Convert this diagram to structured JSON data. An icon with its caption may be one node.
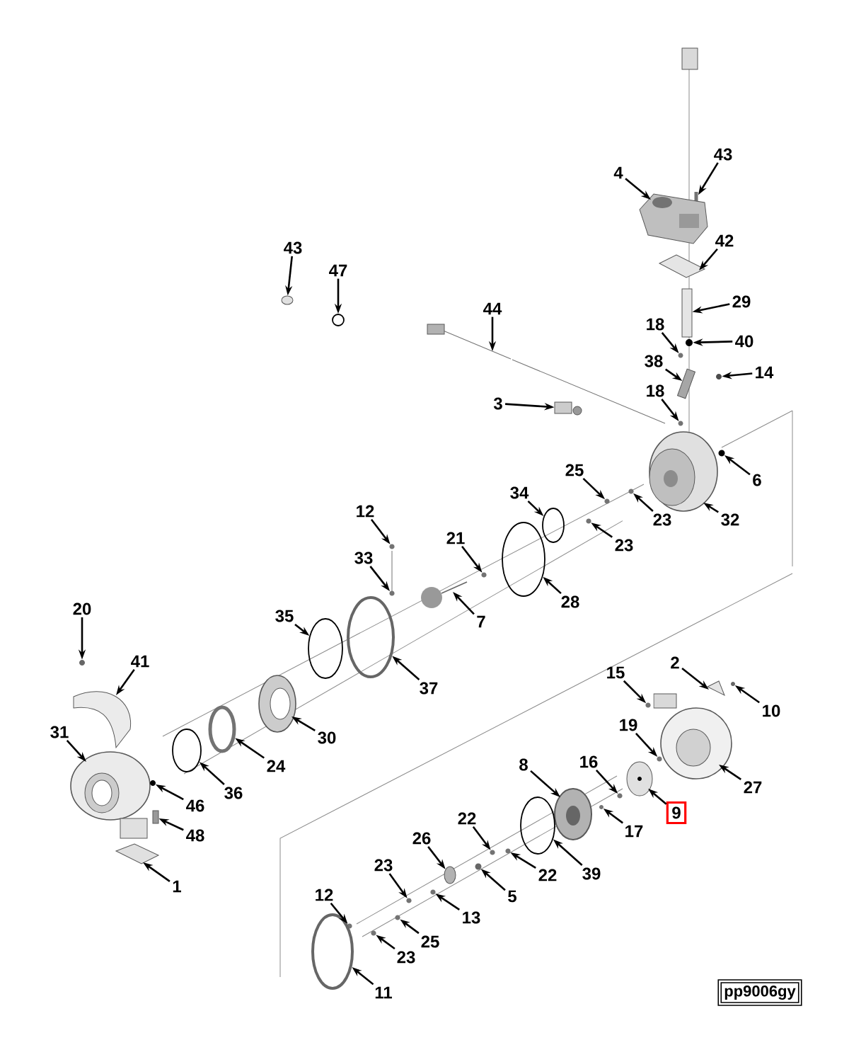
{
  "diagram": {
    "nodes": [
      {
        "text": [
          "43"
        ]
      },
      {
        "text": [
          "4"
        ]
      },
      {
        "text": [
          "42"
        ]
      },
      {
        "text": [
          "29"
        ]
      },
      {
        "text": [
          "18"
        ]
      },
      {
        "text": [
          "40"
        ]
      },
      {
        "text": [
          "38"
        ]
      },
      {
        "text": [
          "14"
        ]
      },
      {
        "text": [
          "18"
        ]
      },
      {
        "text": [
          "44"
        ]
      },
      {
        "text": [
          "3"
        ]
      },
      {
        "text": [
          "43"
        ]
      },
      {
        "text": [
          "47"
        ]
      },
      {
        "text": [
          "6"
        ]
      },
      {
        "text": [
          "25"
        ]
      },
      {
        "text": [
          "34"
        ]
      },
      {
        "text": [
          "23"
        ]
      },
      {
        "text": [
          "32"
        ]
      },
      {
        "text": [
          "23"
        ]
      },
      {
        "text": [
          "12"
        ]
      },
      {
        "text": [
          "21"
        ]
      },
      {
        "text": [
          "33"
        ]
      },
      {
        "text": [
          "28"
        ]
      },
      {
        "text": [
          "7"
        ]
      },
      {
        "text": [
          "35"
        ]
      },
      {
        "text": [
          "37"
        ]
      },
      {
        "text": [
          "20"
        ]
      },
      {
        "text": [
          "41"
        ]
      },
      {
        "text": [
          "31"
        ]
      },
      {
        "text": [
          "30"
        ]
      },
      {
        "text": [
          "24"
        ]
      },
      {
        "text": [
          "36"
        ]
      },
      {
        "text": [
          "46"
        ]
      },
      {
        "text": [
          "48"
        ]
      },
      {
        "text": [
          "1"
        ]
      },
      {
        "text": [
          "2"
        ]
      },
      {
        "text": [
          "15"
        ]
      },
      {
        "text": [
          "10"
        ]
      },
      {
        "text": [
          "19"
        ]
      },
      {
        "text": [
          "8"
        ]
      },
      {
        "text": [
          "16"
        ]
      },
      {
        "text": [
          "27"
        ]
      },
      {
        "text": [
          "9"
        ]
      },
      {
        "text": [
          "17"
        ]
      },
      {
        "text": [
          "22"
        ]
      },
      {
        "text": [
          "26"
        ]
      },
      {
        "text": [
          "22"
        ]
      },
      {
        "text": [
          "39"
        ]
      },
      {
        "text": [
          "23"
        ]
      },
      {
        "text": [
          "5"
        ]
      },
      {
        "text": [
          "12"
        ]
      },
      {
        "text": [
          "13"
        ]
      },
      {
        "text": [
          "25"
        ]
      },
      {
        "text": [
          "23"
        ]
      },
      {
        "text": [
          "11"
        ]
      },
      {
        "text": [
          "pp9006gy"
        ]
      },
      {
        "text": [],
        "shape": "box"
      },
      {
        "text": [],
        "shape": "picture"
      },
      {
        "text": [],
        "shape": "picture"
      },
      {
        "text": [],
        "shape": "box"
      },
      {
        "text": [],
        "shape": "circle"
      },
      {
        "text": [],
        "shape": "circle"
      },
      {
        "text": [],
        "shape": "box"
      },
      {
        "text": [],
        "shape": "circle"
      },
      {
        "text": [],
        "shape": "circle"
      },
      {
        "text": [],
        "shape": "picture"
      },
      {
        "text": [],
        "shape": "box"
      },
      {
        "text": [],
        "shape": "circle"
      },
      {
        "text": [],
        "shape": "circle"
      },
      {
        "text": [],
        "shape": "circle"
      },
      {
        "text": [],
        "shape": "circle"
      },
      {
        "text": [],
        "shape": "circle"
      },
      {
        "text": [],
        "shape": "circle"
      },
      {
        "text": [],
        "shape": "picture"
      },
      {
        "text": [],
        "shape": "circle"
      },
      {
        "text": [],
        "shape": "circle"
      },
      {
        "text": [],
        "shape": "circle"
      },
      {
        "text": [],
        "shape": "picture"
      },
      {
        "text": [],
        "shape": "circle"
      },
      {
        "text": [],
        "shape": "picture"
      },
      {
        "text": [],
        "shape": "circle"
      },
      {
        "text": [],
        "shape": "circle"
      },
      {
        "text": [],
        "shape": "circle"
      },
      {
        "text": [],
        "shape": "picture"
      },
      {
        "text": [],
        "shape": "picture"
      },
      {
        "text": [],
        "shape": "picture"
      },
      {
        "text": [],
        "shape": "circle"
      },
      {
        "text": [],
        "shape": "circle"
      },
      {
        "text": [],
        "shape": "circle"
      },
      {
        "text": [],
        "shape": "box"
      },
      {
        "text": [],
        "shape": "picture"
      },
      {
        "text": [],
        "shape": "picture"
      },
      {
        "text": [],
        "shape": "circle"
      },
      {
        "text": [],
        "shape": "circle"
      },
      {
        "text": [],
        "shape": "circle"
      },
      {
        "text": [],
        "shape": "picture"
      },
      {
        "text": [],
        "shape": "circle"
      },
      {
        "text": [],
        "shape": "picture"
      },
      {
        "text": [],
        "shape": "picture"
      },
      {
        "text": [],
        "shape": "circle"
      },
      {
        "text": [],
        "shape": "circle"
      },
      {
        "text": [],
        "shape": "circle"
      },
      {
        "text": [],
        "shape": "circle"
      },
      {
        "text": [],
        "shape": "circle"
      },
      {
        "text": [],
        "shape": "circle"
      },
      {
        "text": [],
        "shape": "circle"
      },
      {
        "text": [],
        "shape": "circle"
      },
      {
        "text": [],
        "shape": "circle"
      },
      {
        "text": [],
        "shape": "circle"
      },
      {
        "text": [],
        "shape": "circle"
      },
      {
        "text": [],
        "shape": "circle"
      }
    ],
    "edges": [
      {
        "from": 0,
        "to": 56,
        "arrow": "to"
      },
      {
        "from": 1,
        "to": 57,
        "arrow": "to"
      },
      {
        "from": 2,
        "to": 58,
        "arrow": "to"
      },
      {
        "from": 3,
        "to": 59,
        "arrow": "to"
      },
      {
        "from": 4,
        "to": 60,
        "arrow": "to"
      },
      {
        "from": 5,
        "to": 61,
        "arrow": "to"
      },
      {
        "from": 6,
        "to": 62,
        "arrow": "to"
      },
      {
        "from": 7,
        "to": 63,
        "arrow": "to"
      },
      {
        "from": 8,
        "to": 64,
        "arrow": "to"
      },
      {
        "from": 9,
        "to": 65,
        "arrow": "to"
      },
      {
        "from": 10,
        "to": 66,
        "arrow": "to"
      },
      {
        "from": 11,
        "to": 67,
        "arrow": "to"
      },
      {
        "from": 12,
        "to": 68,
        "arrow": "to"
      },
      {
        "from": 13,
        "to": 69,
        "arrow": "to"
      },
      {
        "from": 14,
        "to": 70,
        "arrow": "to"
      },
      {
        "from": 15,
        "to": 71,
        "arrow": "to"
      },
      {
        "from": 16,
        "to": 72,
        "arrow": "to"
      },
      {
        "from": 17,
        "to": 73,
        "arrow": "to"
      },
      {
        "from": 18,
        "to": 74,
        "arrow": "to"
      },
      {
        "from": 19,
        "to": 75,
        "arrow": "to"
      },
      {
        "from": 20,
        "to": 76,
        "arrow": "to"
      },
      {
        "from": 21,
        "to": 77,
        "arrow": "to"
      },
      {
        "from": 22,
        "to": 78,
        "arrow": "to"
      },
      {
        "from": 23,
        "to": 79,
        "arrow": "to"
      },
      {
        "from": 24,
        "to": 80,
        "arrow": "to"
      },
      {
        "from": 25,
        "to": 81,
        "arrow": "to"
      },
      {
        "from": 26,
        "to": 82,
        "arrow": "to"
      },
      {
        "from": 27,
        "to": 83,
        "arrow": "to"
      },
      {
        "from": 28,
        "to": 84,
        "arrow": "to"
      },
      {
        "from": 29,
        "to": 85,
        "arrow": "to"
      },
      {
        "from": 30,
        "to": 86,
        "arrow": "to"
      },
      {
        "from": 31,
        "to": 87,
        "arrow": "to"
      },
      {
        "from": 32,
        "to": 88,
        "arrow": "to"
      },
      {
        "from": 33,
        "to": 89,
        "arrow": "to"
      },
      {
        "from": 34,
        "to": 90,
        "arrow": "to"
      },
      {
        "from": 35,
        "to": 91,
        "arrow": "to"
      },
      {
        "from": 36,
        "to": 92,
        "arrow": "to"
      },
      {
        "from": 37,
        "to": 93,
        "arrow": "to"
      },
      {
        "from": 38,
        "to": 94,
        "arrow": "to"
      },
      {
        "from": 39,
        "to": 95,
        "arrow": "to"
      },
      {
        "from": 40,
        "to": 96,
        "arrow": "to"
      },
      {
        "from": 41,
        "to": 97,
        "arrow": "to"
      },
      {
        "from": 42,
        "to": 98,
        "arrow": "to"
      },
      {
        "from": 43,
        "to": 99,
        "arrow": "to"
      },
      {
        "from": 44,
        "to": 100,
        "arrow": "to"
      },
      {
        "from": 45,
        "to": 101,
        "arrow": "to"
      },
      {
        "from": 46,
        "to": 102,
        "arrow": "to"
      },
      {
        "from": 47,
        "to": 103,
        "arrow": "to"
      },
      {
        "from": 48,
        "to": 104,
        "arrow": "to"
      },
      {
        "from": 49,
        "to": 105,
        "arrow": "to"
      },
      {
        "from": 50,
        "to": 106,
        "arrow": "to"
      },
      {
        "from": 51,
        "to": 107,
        "arrow": "to"
      },
      {
        "from": 52,
        "to": 108,
        "arrow": "to"
      },
      {
        "from": 53,
        "to": 109,
        "arrow": "to"
      },
      {
        "from": 54,
        "to": 110,
        "arrow": "to"
      }
    ]
  }
}
